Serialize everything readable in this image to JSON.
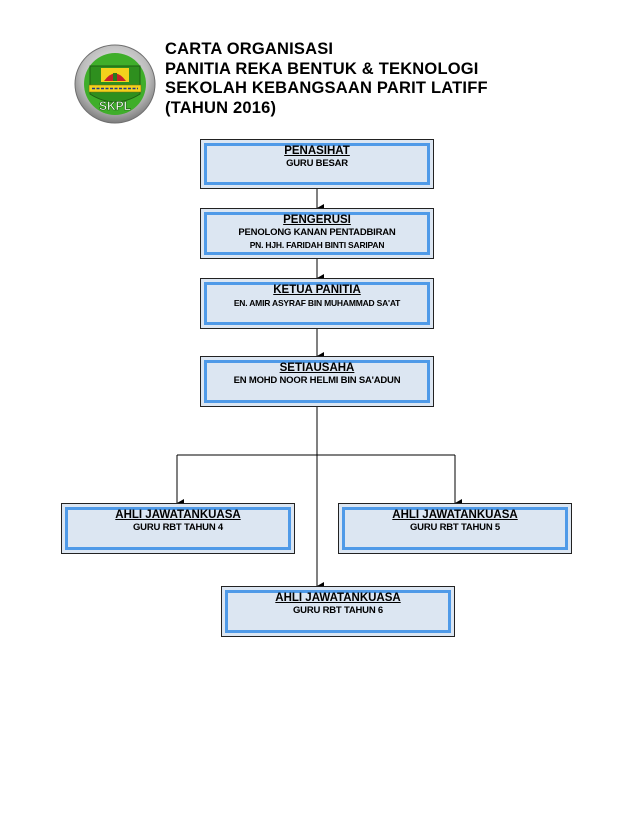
{
  "header": {
    "lines": [
      "CARTA ORGANISASI",
      "PANITIA REKA BENTUK & TEKNOLOGI",
      "SEKOLAH KEBANGSAAN PARIT LATIFF",
      "(TAHUN 2016)"
    ],
    "logo_text": "SKPL"
  },
  "nodes": {
    "penasihat": {
      "title": "PENASIHAT",
      "lines": [
        "GURU BESAR"
      ]
    },
    "pengerusi": {
      "title": "PENGERUSI",
      "lines": [
        "PENOLONG KANAN PENTADBIRAN",
        "PN. HJH. FARIDAH BINTI SARIPAN"
      ]
    },
    "ketua_panitia": {
      "title": "KETUA PANITIA",
      "lines": [
        "EN. AMIR ASYRAF BIN MUHAMMAD SA'AT"
      ]
    },
    "setiausaha": {
      "title": "SETIAUSAHA",
      "lines": [
        "EN MOHD NOOR HELMI BIN SA'ADUN"
      ]
    },
    "ajk_tahun4": {
      "title": "AHLI JAWATANKUASA",
      "lines": [
        "GURU RBT TAHUN 4"
      ]
    },
    "ajk_tahun5": {
      "title": "AHLI JAWATANKUASA",
      "lines": [
        "GURU RBT TAHUN 5"
      ]
    },
    "ajk_tahun6": {
      "title": "AHLI JAWATANKUASA",
      "lines": [
        "GURU RBT TAHUN 6"
      ]
    }
  },
  "colors": {
    "box_fill": "#dce6f2",
    "box_inner_border": "#4f9ae8",
    "logo_green": "#3fae2a",
    "logo_red": "#c8202a",
    "logo_yellow": "#f3d21c"
  }
}
